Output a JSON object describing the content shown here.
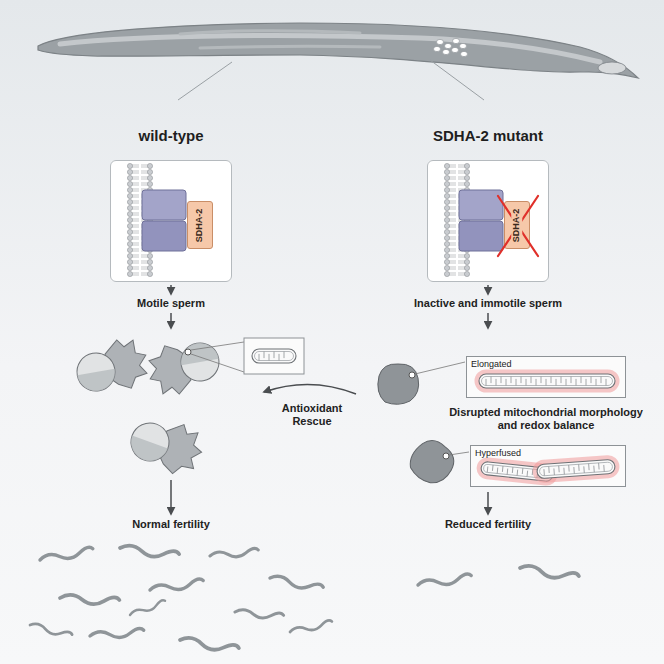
{
  "diagram": {
    "nodes": [
      {
        "text": [
          "wild-type"
        ]
      },
      {
        "text": [
          "SDHA-2"
        ],
        "in": 0
      },
      {
        "text": [
          "SDHA-2 mutant"
        ]
      },
      {
        "text": [
          "SDHA-2"
        ],
        "in": 2
      },
      {
        "text": [
          "Elongated"
        ]
      },
      {
        "text": [
          "Hyperfused"
        ]
      }
    ],
    "labels": [
      "Motile sperm",
      "Inactive and immotile sperm",
      "Disrupted mitochondrial morphology and redox balance",
      "Antioxidant Rescue",
      "Normal fertility",
      "Reduced fertility"
    ]
  }
}
